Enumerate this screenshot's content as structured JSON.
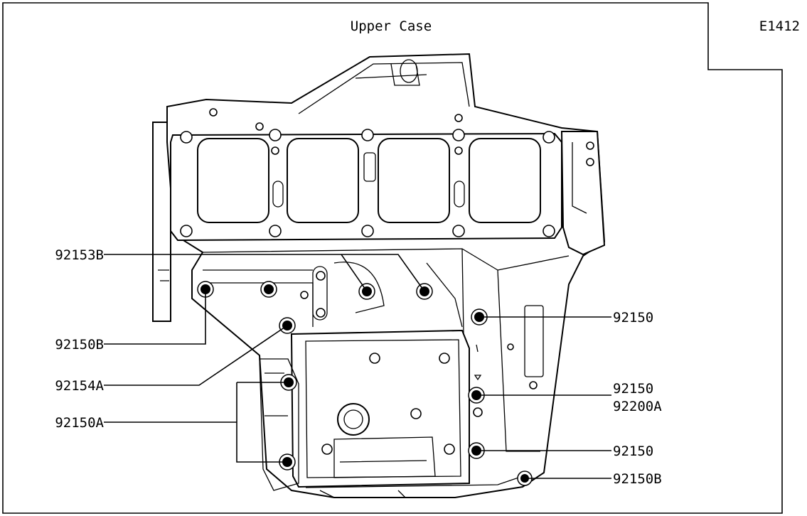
{
  "title": "Upper Case",
  "figure_code": "E1412",
  "callouts": {
    "c1": "92153B",
    "c2": "92150B",
    "c3": "92154A",
    "c4": "92150A",
    "c5": "92150",
    "c6a": "92150",
    "c6b": "92200A",
    "c7": "92150",
    "c8": "92150B"
  }
}
